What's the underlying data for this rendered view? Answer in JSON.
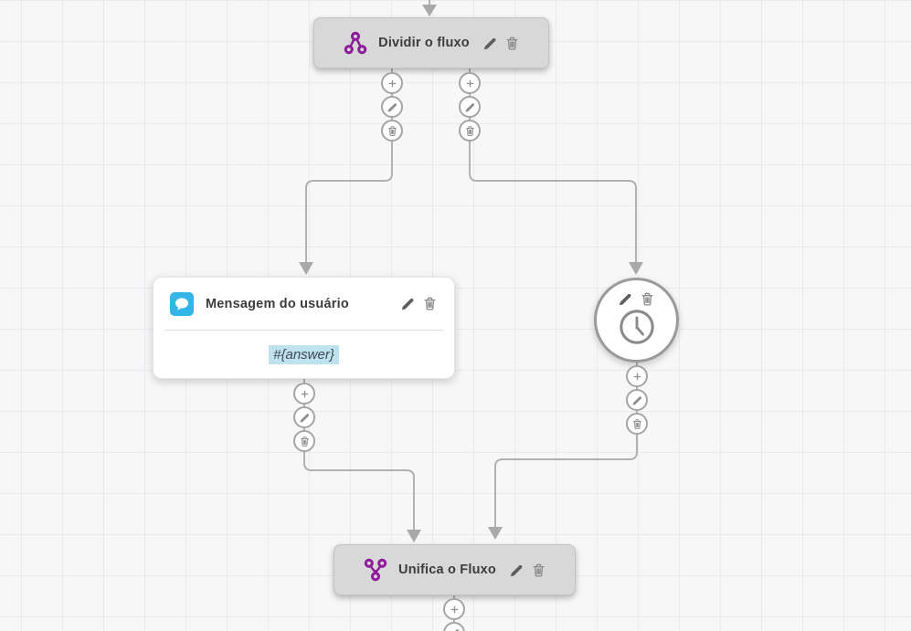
{
  "canvas": {
    "background": "#f7f7f8",
    "grid_color": "#e9ebf1",
    "connector_color": "#b1b1b1"
  },
  "colors": {
    "accent_purple": "#8d1d9a",
    "accent_blue": "#31b6e7",
    "variable_highlight": "#bfe2ef",
    "node_gray": "#d8d8d8"
  },
  "nodes": {
    "split": {
      "title": "Dividir o fluxo",
      "icon": "split-flow-icon"
    },
    "user_message": {
      "title": "Mensagem do usuário",
      "icon": "chat-bubble-icon",
      "body": "#{answer}"
    },
    "timer": {
      "icon": "clock-icon"
    },
    "merge": {
      "title": "Unifica o Fluxo",
      "icon": "merge-flow-icon"
    }
  },
  "connector_buttons": {
    "icons": [
      "plus-icon",
      "pencil-icon",
      "trash-icon"
    ]
  }
}
